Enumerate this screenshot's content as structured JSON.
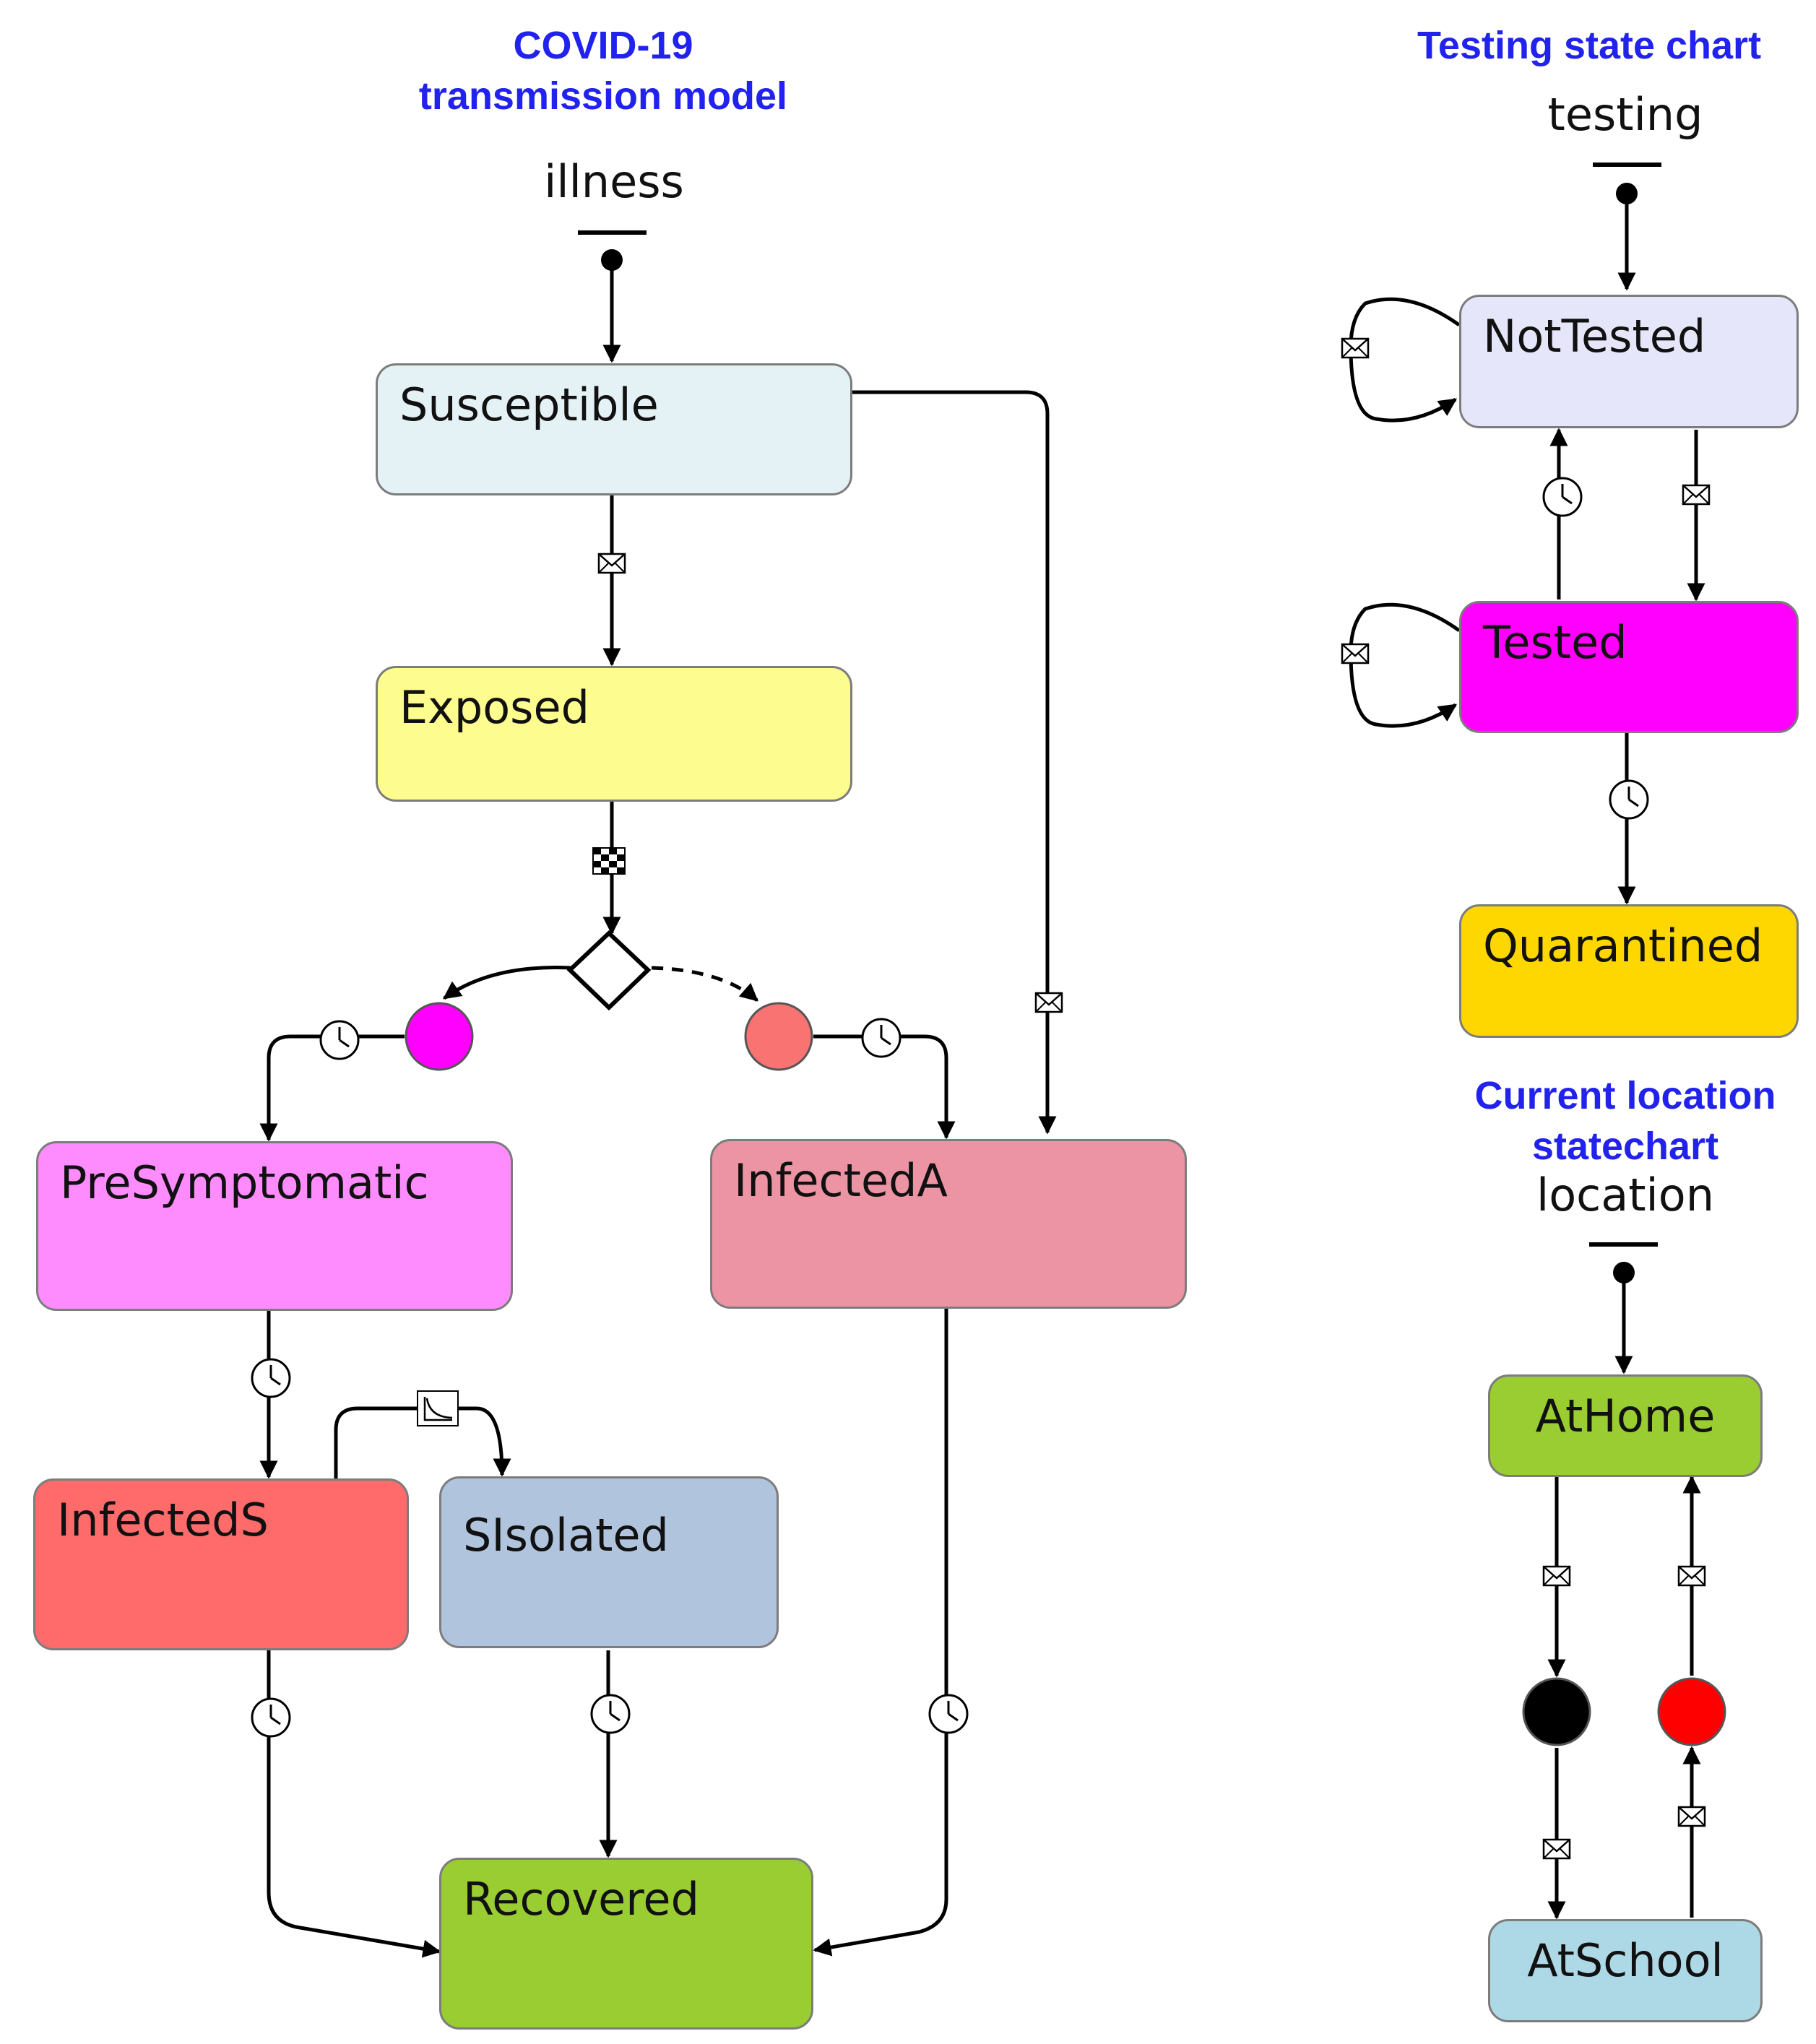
{
  "headings": {
    "illness_title_line1": "COVID-19",
    "illness_title_line2": "transmission model",
    "testing_title": "Testing state chart",
    "location_title_line1": "Current location",
    "location_title_line2": "statechart"
  },
  "charts": {
    "illness": "illness",
    "testing": "testing",
    "location": "location"
  },
  "states": {
    "susceptible": "Susceptible",
    "exposed": "Exposed",
    "presymptomatic": "PreSymptomatic",
    "infecteda": "InfectedA",
    "infecteds": "InfectedS",
    "sisolated": "SIsolated",
    "recovered": "Recovered",
    "nottested": "NotTested",
    "tested": "Tested",
    "quarantined": "Quarantined",
    "athome": "AtHome",
    "atschool": "AtSchool"
  },
  "colors": {
    "susceptible": "#e4f1f5",
    "exposed": "#fdfc8e",
    "presymptomatic": "#ff8cff",
    "infecteda": "#ec94a4",
    "infecteds": "#ff6b6b",
    "sisolated": "#b0c4de",
    "recovered": "#9acd32",
    "nottested": "#e6e6fa",
    "tested": "#ff00ff",
    "quarantined": "#ffd700",
    "athome": "#9acd32",
    "atschool": "#add8e6",
    "branch_magenta": "#ff00ff",
    "branch_salmon": "#fa7373",
    "branch_black": "#000000",
    "branch_red": "#ff0000",
    "heading": "#2222ee"
  },
  "icons": {
    "message": "envelope-icon",
    "timeout": "clock-icon",
    "rate": "rate-curve-icon",
    "condition": "checkered-flag-icon"
  }
}
